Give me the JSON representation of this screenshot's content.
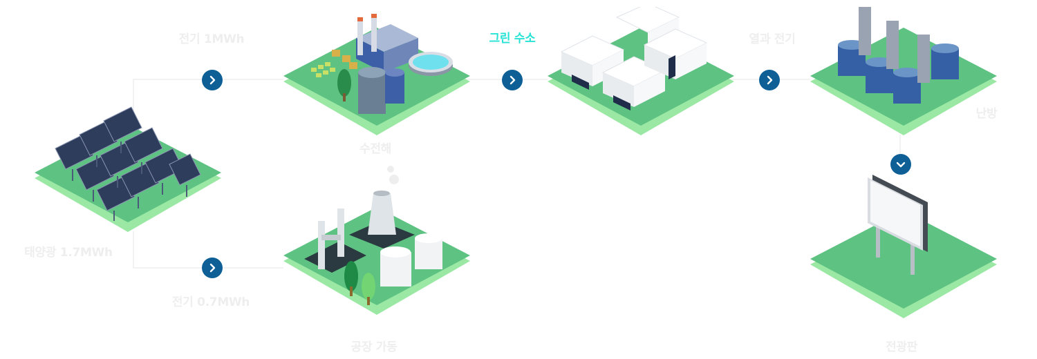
{
  "labels": {
    "electricity_1mwh": "전기 1MWh",
    "green_hydrogen": "그린 수소",
    "heat_and_power": "열과 전기",
    "electrolysis": "수전해",
    "heating": "난방",
    "solar": "태양광 1.7MWh",
    "electricity_07mwh": "전기 0.7MWh",
    "factory_operation": "공장 가동",
    "billboard": "전광판"
  },
  "colors": {
    "tile_top": "#5dc282",
    "tile_side": "#9ae8a3",
    "arrow_button": "#0d5f96",
    "accent_text": "#27e3d6",
    "faint_text": "#eeeeee",
    "connector_line": "#eeeeee"
  },
  "icons": {
    "arrow_right": "chevron-right-icon",
    "arrow_down": "chevron-down-icon"
  }
}
